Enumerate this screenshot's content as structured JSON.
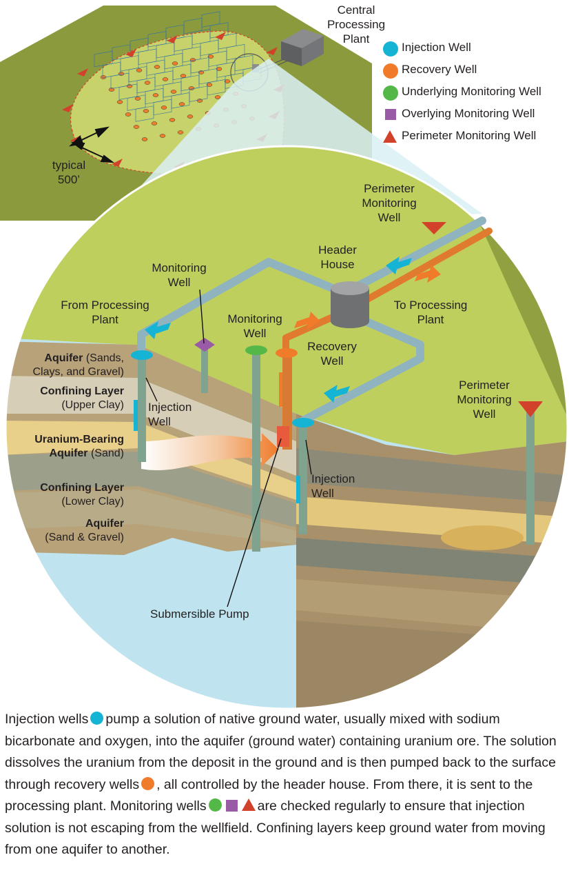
{
  "colors": {
    "injection": "#16b4d4",
    "recovery": "#f07b2a",
    "underlying": "#54b848",
    "overlying": "#9a5ba6",
    "perimeter": "#d2412a",
    "surface_dark": "#8c9a3e",
    "surface_light": "#c8d26a",
    "water": "#bfe4ef"
  },
  "plant_label": "Central Processing Plant",
  "plant_label_lines": [
    "Central",
    "Processing",
    "Plant"
  ],
  "spacing_label_lines": [
    "typical",
    "500’"
  ],
  "legend": [
    {
      "icon": "circle",
      "color": "#16b4d4",
      "label": "Injection Well"
    },
    {
      "icon": "circle",
      "color": "#f07b2a",
      "label": "Recovery Well"
    },
    {
      "icon": "circle",
      "color": "#54b848",
      "label": "Underlying Monitoring Well"
    },
    {
      "icon": "square",
      "color": "#9a5ba6",
      "label": "Overlying Monitoring Well"
    },
    {
      "icon": "triangle",
      "color": "#d2412a",
      "label": "Perimeter Monitoring Well"
    }
  ],
  "labels": {
    "perimeter_top": [
      "Perimeter",
      "Monitoring",
      "Well"
    ],
    "header_house": [
      "Header",
      "House"
    ],
    "monitoring_well_1": [
      "Monitoring",
      "Well"
    ],
    "monitoring_well_2": [
      "Monitoring",
      "Well"
    ],
    "from_plant": [
      "From Processing",
      "Plant"
    ],
    "to_plant": [
      "To Processing",
      "Plant"
    ],
    "recovery_well": [
      "Recovery",
      "Well"
    ],
    "perimeter_right": [
      "Perimeter",
      "Monitoring",
      "Well"
    ],
    "injection_left": [
      "Injection",
      "Well"
    ],
    "injection_right": [
      "Injection",
      "Well"
    ],
    "pump": "Submersible Pump"
  },
  "strata": [
    {
      "title": "Aquifer",
      "rest": " (Sands,",
      "line2": "Clays, and Gravel)"
    },
    {
      "title": "Confining Layer",
      "rest": "",
      "line2": "(Upper Clay)"
    },
    {
      "title": "Uranium-Bearing",
      "rest": "",
      "line2_title": "Aquifer",
      "line2": " (Sand)"
    },
    {
      "title": "Confining Layer",
      "rest": "",
      "line2": "(Lower Clay)"
    },
    {
      "title": "Aquifer",
      "rest": "",
      "line2": "(Sand & Gravel)"
    }
  ],
  "caption": {
    "p1": "Injection wells",
    "p2": "pump a solution of native ground water, usually mixed with sodium bicarbonate and oxygen, into the aquifer (ground water) containing uranium ore. The solution dissolves the uranium from the deposit in the ground and is then pumped back to the surface through recovery wells",
    "p3": ", all controlled by the header house. From there, it is sent to the processing plant. Monitoring wells",
    "p4": "are checked regularly to ensure that injection solution is not escaping from the wellfield. Confining layers keep ground water from moving from one aquifer to another."
  }
}
